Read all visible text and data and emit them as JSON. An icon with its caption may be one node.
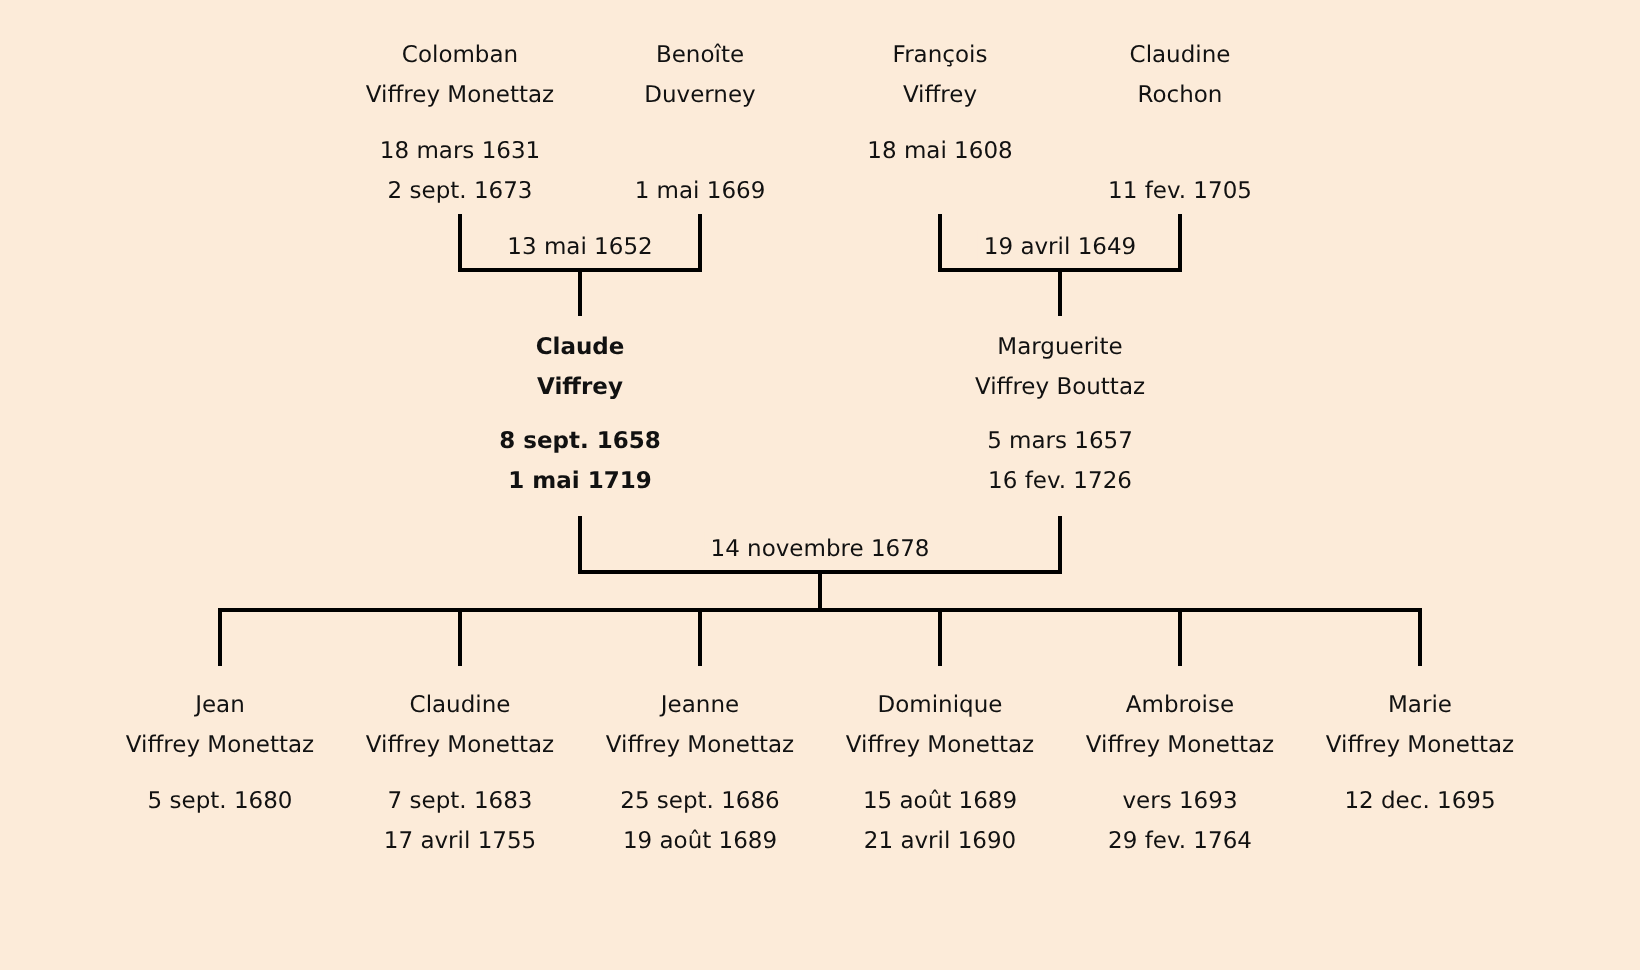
{
  "diagram": {
    "nodes": [
      {
        "text": [
          "Colomban Viffrey Monettaz",
          "18 mars 1631",
          "2 sept. 1673"
        ]
      },
      {
        "text": [
          "Benoîte Duverney",
          "1 mai 1669"
        ]
      },
      {
        "text": [
          "François Viffrey",
          "18 mai 1608"
        ]
      },
      {
        "text": [
          "Claudine Rochon",
          "11 fev. 1705"
        ]
      },
      {
        "text": [
          "Claude Viffrey",
          "8 sept. 1658",
          "1 mai 1719"
        ]
      },
      {
        "text": [
          "Marguerite Viffrey Bouttaz",
          "5 mars 1657",
          "16 fev. 1726"
        ]
      },
      {
        "text": [
          "Jean Viffrey Monettaz",
          "5 sept. 1680"
        ]
      },
      {
        "text": [
          "Claudine Viffrey Monettaz",
          "7 sept. 1683",
          "17 avril 1755"
        ]
      },
      {
        "text": [
          "Jeanne Viffrey Monettaz",
          "25 sept. 1686",
          "19 août 1689"
        ]
      },
      {
        "text": [
          "Dominique Viffrey Monettaz",
          "15 août 1689",
          "21 avril 1690"
        ]
      },
      {
        "text": [
          "Ambroise Viffrey Monettaz",
          "vers 1693",
          "29 fev. 1764"
        ]
      },
      {
        "text": [
          "Marie Viffrey Monettaz",
          "12 dec. 1695"
        ]
      }
    ],
    "edges": [
      {
        "from": 0,
        "to": 4,
        "arrow": "none",
        "label": "13 mai 1652"
      },
      {
        "from": 1,
        "to": 4,
        "arrow": "none"
      },
      {
        "from": 2,
        "to": 5,
        "arrow": "none",
        "label": "19 avril 1649"
      },
      {
        "from": 3,
        "to": 5,
        "arrow": "none"
      },
      {
        "from": 4,
        "to": 6,
        "arrow": "none",
        "label": "14 novembre 1678"
      },
      {
        "from": 4,
        "to": 7,
        "arrow": "none"
      },
      {
        "from": 4,
        "to": 8,
        "arrow": "none"
      },
      {
        "from": 4,
        "to": 9,
        "arrow": "none"
      },
      {
        "from": 4,
        "to": 10,
        "arrow": "none"
      },
      {
        "from": 4,
        "to": 11,
        "arrow": "none"
      },
      {
        "from": 5,
        "to": 6,
        "arrow": "none"
      },
      {
        "from": 5,
        "to": 7,
        "arrow": "none"
      },
      {
        "from": 5,
        "to": 8,
        "arrow": "none"
      },
      {
        "from": 5,
        "to": 9,
        "arrow": "none"
      },
      {
        "from": 5,
        "to": 10,
        "arrow": "none"
      },
      {
        "from": 5,
        "to": 11,
        "arrow": "none"
      }
    ]
  }
}
